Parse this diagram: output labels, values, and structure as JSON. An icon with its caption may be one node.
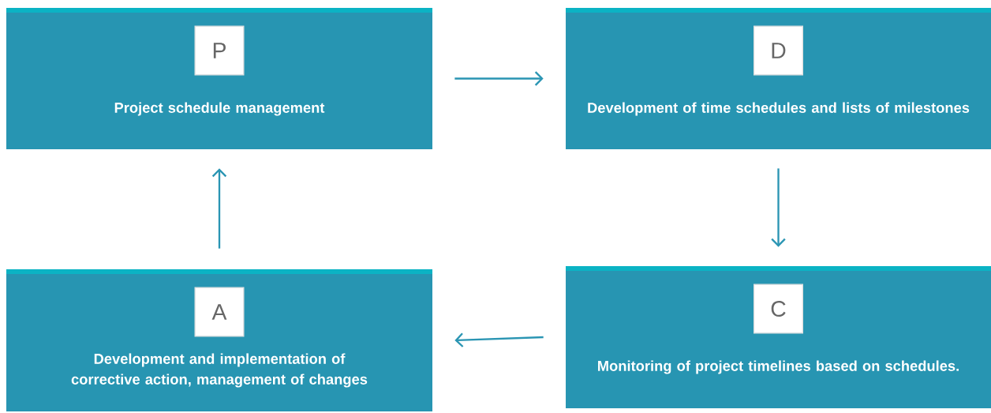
{
  "diagram": {
    "nodes": [
      {
        "text": [
          "Project schedule management"
        ]
      },
      {
        "text": [
          "P"
        ],
        "in": 0
      },
      {
        "text": [
          "Development of time schedules and lists of milestones"
        ]
      },
      {
        "text": [
          "D"
        ],
        "in": 2
      },
      {
        "text": [
          "Development and implementation of corrective action, management of changes"
        ]
      },
      {
        "text": [
          "A"
        ],
        "in": 4
      },
      {
        "text": [
          "Monitoring of project timelines based on schedules."
        ]
      },
      {
        "text": [
          "C"
        ],
        "in": 6
      }
    ],
    "edges": [
      {
        "from": 0,
        "to": 2,
        "arrow": "to"
      },
      {
        "from": 2,
        "to": 6,
        "arrow": "to"
      },
      {
        "from": 6,
        "to": 4,
        "arrow": "to"
      },
      {
        "from": 4,
        "to": 0,
        "arrow": "to"
      }
    ]
  }
}
